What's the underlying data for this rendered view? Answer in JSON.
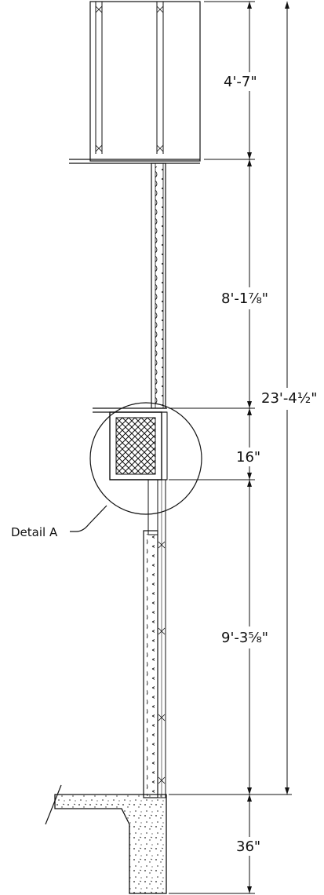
{
  "drawing": {
    "type": "wall section elevation",
    "dimensions": {
      "top": "4'-7\"",
      "upper_wall": "8'-1⅞\"",
      "rim": "16\"",
      "lower_wall": "9'-3⅝\"",
      "foundation": "36\"",
      "overall": "23'-4½\""
    },
    "callout": "Detail A"
  }
}
